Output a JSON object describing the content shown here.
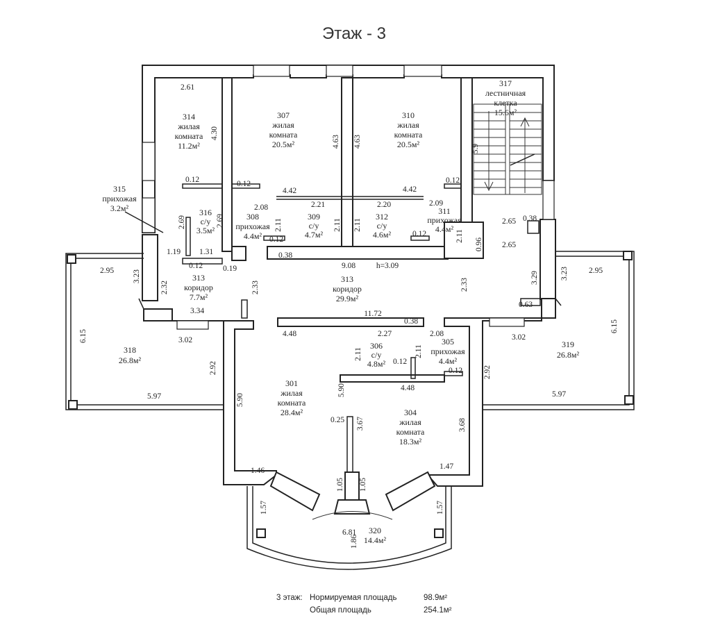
{
  "title": "Этаж - 3",
  "rooms": [
    {
      "id": "r314",
      "lines": [
        "314",
        "жилая",
        "комната",
        "11.2м²"
      ]
    },
    {
      "id": "r307",
      "lines": [
        "307",
        "жилая",
        "комната",
        "20.5м²"
      ]
    },
    {
      "id": "r310",
      "lines": [
        "310",
        "жилая",
        "комната",
        "20.5м²"
      ]
    },
    {
      "id": "r317",
      "lines": [
        "317",
        "лестничная",
        "клетка",
        "15.6м²"
      ]
    },
    {
      "id": "r315",
      "lines": [
        "315",
        "прихожая",
        "3.2м²"
      ]
    },
    {
      "id": "r316",
      "lines": [
        "316",
        "с/у",
        "3.5м²"
      ]
    },
    {
      "id": "r308",
      "lines": [
        "308",
        "прихожая",
        "4.4м²"
      ]
    },
    {
      "id": "r309",
      "lines": [
        "309",
        "с/у",
        "4.7м²"
      ]
    },
    {
      "id": "r312",
      "lines": [
        "312",
        "с/у",
        "4.6м²"
      ]
    },
    {
      "id": "r311",
      "lines": [
        "311",
        "прихожая",
        "4.4м²"
      ]
    },
    {
      "id": "r313a",
      "lines": [
        "313",
        "коридор",
        "7.7м²"
      ]
    },
    {
      "id": "r313b",
      "lines": [
        "313",
        "коридор",
        "29.9м²"
      ]
    },
    {
      "id": "r318",
      "lines": [
        "318",
        "26.8м²"
      ]
    },
    {
      "id": "r319",
      "lines": [
        "319",
        "26.8м²"
      ]
    },
    {
      "id": "r306",
      "lines": [
        "306",
        "с/у",
        "4.8м²"
      ]
    },
    {
      "id": "r305",
      "lines": [
        "305",
        "прихожая",
        "4.4м²"
      ]
    },
    {
      "id": "r301",
      "lines": [
        "301",
        "жилая",
        "комната",
        "28.4м²"
      ]
    },
    {
      "id": "r304",
      "lines": [
        "304",
        "жилая",
        "комната",
        "18.3м²"
      ]
    },
    {
      "id": "r320",
      "lines": [
        "320",
        "14.4м²"
      ]
    }
  ],
  "dims": [
    {
      "id": "d1",
      "t": "2.61"
    },
    {
      "id": "d2",
      "t": "4.30"
    },
    {
      "id": "d3",
      "t": "4.63"
    },
    {
      "id": "d4",
      "t": "4.63"
    },
    {
      "id": "d5",
      "t": "5.9"
    },
    {
      "id": "d6",
      "t": "0.12"
    },
    {
      "id": "d7",
      "t": "0.12"
    },
    {
      "id": "d8",
      "t": "4.42"
    },
    {
      "id": "d9",
      "t": "4.42"
    },
    {
      "id": "d10",
      "t": "0.12"
    },
    {
      "id": "d11",
      "t": "2.08"
    },
    {
      "id": "d12",
      "t": "2.21"
    },
    {
      "id": "d13",
      "t": "2.20"
    },
    {
      "id": "d14",
      "t": "2.09"
    },
    {
      "id": "d15",
      "t": "2.69"
    },
    {
      "id": "d16",
      "t": "2.69"
    },
    {
      "id": "d17",
      "t": "2.11"
    },
    {
      "id": "d18",
      "t": "2.11"
    },
    {
      "id": "d19",
      "t": "2.11"
    },
    {
      "id": "d20",
      "t": "2.11"
    },
    {
      "id": "d21",
      "t": "2.65"
    },
    {
      "id": "d22",
      "t": "0.38"
    },
    {
      "id": "d23",
      "t": "2.65"
    },
    {
      "id": "d24",
      "t": "0.12"
    },
    {
      "id": "d25",
      "t": "0.12"
    },
    {
      "id": "d26",
      "t": "0.96"
    },
    {
      "id": "d27",
      "t": "1.19"
    },
    {
      "id": "d28",
      "t": "1.31"
    },
    {
      "id": "d29",
      "t": "0.38"
    },
    {
      "id": "d30",
      "t": "0.12"
    },
    {
      "id": "d31",
      "t": "0.19"
    },
    {
      "id": "d32",
      "t": "9.08"
    },
    {
      "id": "d33",
      "t": "h=3.09"
    },
    {
      "id": "d34",
      "t": "2.95"
    },
    {
      "id": "d35",
      "t": "3.23"
    },
    {
      "id": "d36",
      "t": "2.32"
    },
    {
      "id": "d37",
      "t": "2.33"
    },
    {
      "id": "d38",
      "t": "2.33"
    },
    {
      "id": "d39",
      "t": "3.29"
    },
    {
      "id": "d40",
      "t": "3.23"
    },
    {
      "id": "d41",
      "t": "2.95"
    },
    {
      "id": "d42",
      "t": "3.34"
    },
    {
      "id": "d43",
      "t": "0.63"
    },
    {
      "id": "d44",
      "t": "11.72"
    },
    {
      "id": "d45",
      "t": "0.38"
    },
    {
      "id": "d46",
      "t": "4.48"
    },
    {
      "id": "d47",
      "t": "2.27"
    },
    {
      "id": "d48",
      "t": "2.08"
    },
    {
      "id": "d49",
      "t": "3.02"
    },
    {
      "id": "d50",
      "t": "3.02"
    },
    {
      "id": "d51",
      "t": "6.15"
    },
    {
      "id": "d52",
      "t": "6.15"
    },
    {
      "id": "d53",
      "t": "2.11"
    },
    {
      "id": "d54",
      "t": "2.11"
    },
    {
      "id": "d55",
      "t": "0.12"
    },
    {
      "id": "d56",
      "t": "0.12"
    },
    {
      "id": "d57",
      "t": "2.92"
    },
    {
      "id": "d58",
      "t": "2.92"
    },
    {
      "id": "d59",
      "t": "4.48"
    },
    {
      "id": "d60",
      "t": "5.90"
    },
    {
      "id": "d61",
      "t": "5.90"
    },
    {
      "id": "d62",
      "t": "5.97"
    },
    {
      "id": "d63",
      "t": "5.97"
    },
    {
      "id": "d64",
      "t": "0.25"
    },
    {
      "id": "d65",
      "t": "3.67"
    },
    {
      "id": "d66",
      "t": "3.68"
    },
    {
      "id": "d67",
      "t": "1.46"
    },
    {
      "id": "d68",
      "t": "1.47"
    },
    {
      "id": "d69",
      "t": "1.05"
    },
    {
      "id": "d70",
      "t": "1.05"
    },
    {
      "id": "d71",
      "t": "1.57"
    },
    {
      "id": "d72",
      "t": "1.57"
    },
    {
      "id": "d73",
      "t": "6.81"
    },
    {
      "id": "d74",
      "t": "1.86"
    }
  ],
  "footer": {
    "floor_label": "3 этаж:",
    "normed_label": "Нормируемая площадь",
    "normed_value": "98.9м²",
    "total_label": "Общая площадь",
    "total_value": "254.1м²"
  }
}
